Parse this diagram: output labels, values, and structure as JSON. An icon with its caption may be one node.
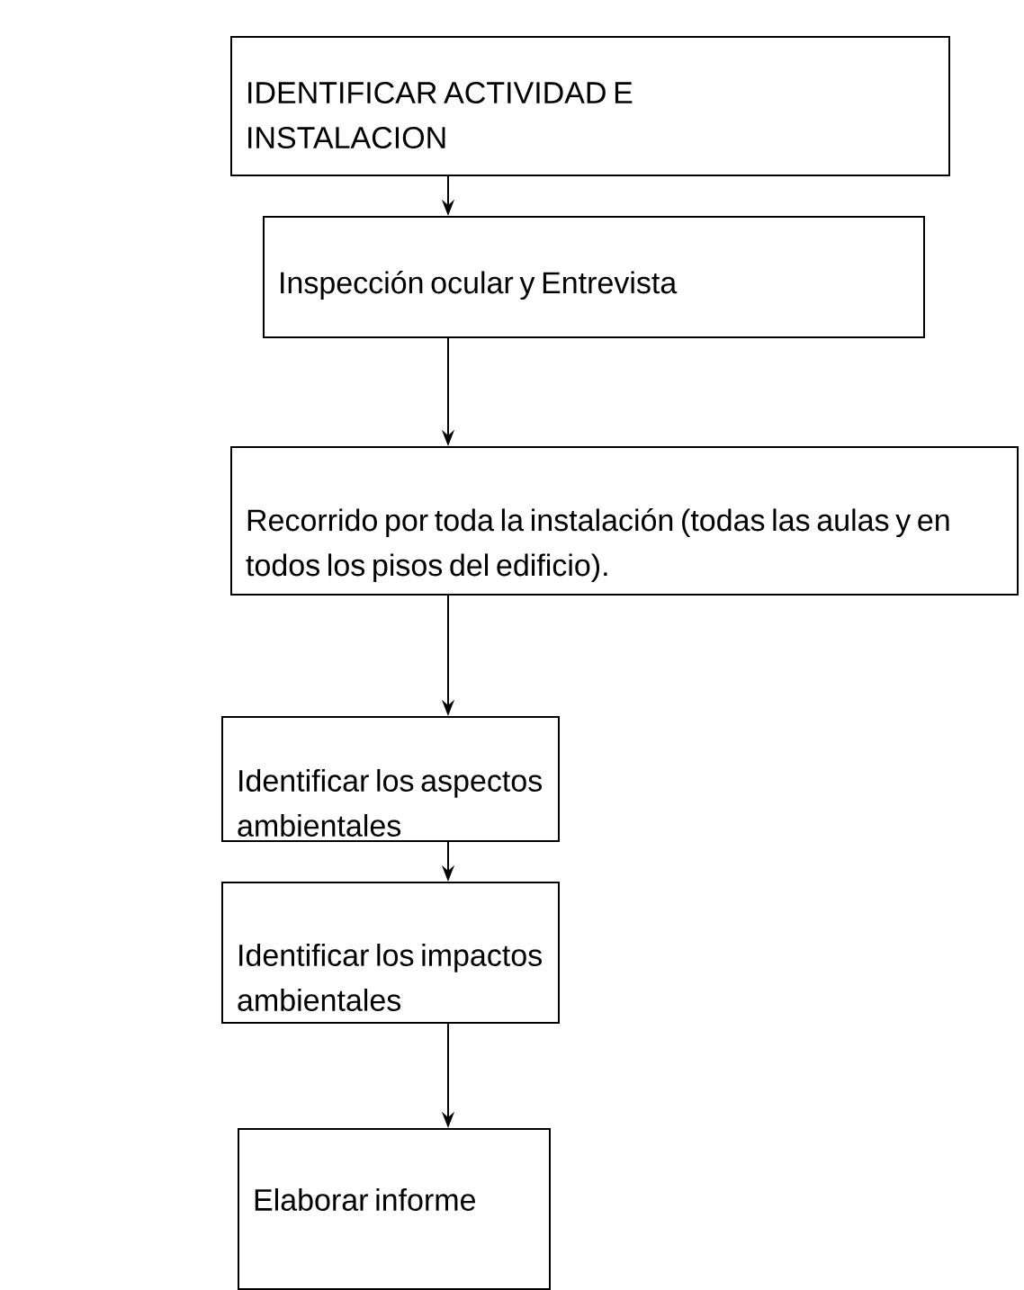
{
  "diagram": {
    "nodes": [
      {
        "text": [
          "IDENTIFICAR ACTIVIDAD E INSTALACION"
        ]
      },
      {
        "text": [
          "Inspección ocular y Entrevista"
        ]
      },
      {
        "text": [
          "Recorrido por toda la instalación (todas las aulas y en todos los pisos del edificio)."
        ]
      },
      {
        "text": [
          "Identificar los aspectos ambientales"
        ]
      },
      {
        "text": [
          "Identificar los impactos ambientales"
        ]
      },
      {
        "text": [
          "Elaborar informe"
        ]
      }
    ],
    "edges": [
      {
        "from": 0,
        "to": 1,
        "arrow": "to"
      },
      {
        "from": 1,
        "to": 2,
        "arrow": "to"
      },
      {
        "from": 2,
        "to": 3,
        "arrow": "to"
      },
      {
        "from": 3,
        "to": 4,
        "arrow": "to"
      },
      {
        "from": 4,
        "to": 5,
        "arrow": "to"
      }
    ]
  }
}
